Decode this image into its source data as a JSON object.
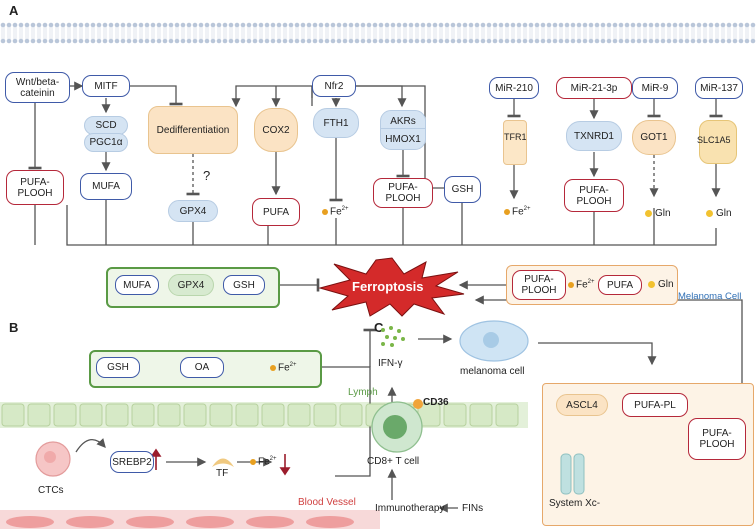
{
  "panels": {
    "a": "A",
    "b": "B",
    "c": "C"
  },
  "pathways": {
    "wnt": "Wnt/beta-\ncateinin",
    "mitf": "MITF",
    "scd": "SCD",
    "pgc1a": "PGC1α",
    "mufa": "MUFA",
    "dediff": "Dedifferentiation",
    "question": "?",
    "gpx4": "GPX4",
    "nfr2": "Nfr2",
    "cox2": "COX2",
    "pufa": "PUFA",
    "fth1": "FTH1",
    "fe": "Fe",
    "fe_sup": "2+",
    "akrs": "AKRs",
    "hmox1": "HMOX1",
    "pufa_plooh": "PUFA-\nPLOOH",
    "gsh": "GSH",
    "mir210": "MiR-210",
    "tfr1": "TFR1",
    "mir21": "MiR-21-3p",
    "txnrd1": "TXNRD1",
    "mir9": "MiR-9",
    "got1": "GOT1",
    "gln": "Gln",
    "mir137": "MiR-137",
    "slc1a5": "SLC1A5"
  },
  "center": {
    "ferroptosis": "Ferroptosis",
    "left_mufa": "MUFA",
    "left_gpx4": "GPX4",
    "left_gsh": "GSH",
    "right_pufa_plooh": "PUFA-\nPLOOH",
    "right_pufa": "PUFA",
    "right_gln": "Gln",
    "melanoma_cell_label": "Melanoma Cell"
  },
  "panel_b": {
    "gsh": "GSH",
    "oa": "OA",
    "lymph": "Lymph",
    "ctcs": "CTCs",
    "srebp2": "SREBP2",
    "tf": "TF",
    "blood_vessel": "Blood Vessel"
  },
  "panel_c": {
    "ifn": "IFN-γ",
    "melanoma_cell": "melanoma cell",
    "cd36": "CD36",
    "cd8": "CD8+ T cell",
    "immunotherapy": "Immunotherapy",
    "fins": "FINs",
    "ascl4": "ASCL4",
    "pufa_pl": "PUFA-PL",
    "pufa_plooh": "PUFA-\nPLOOH",
    "system_xc": "System Xc-"
  },
  "colors": {
    "blue_border": "#3f5aa8",
    "red_border": "#b5283a",
    "arrow": "#555555",
    "dark_red_arrow": "#9b1c2c",
    "green_box": "#5a9a45",
    "orange_box": "#e6a86a",
    "melanoma_text": "#2f6fb5",
    "blood_text": "#d04040",
    "lymph_text": "#5a9a45",
    "star_fill": "#d42a2a"
  }
}
